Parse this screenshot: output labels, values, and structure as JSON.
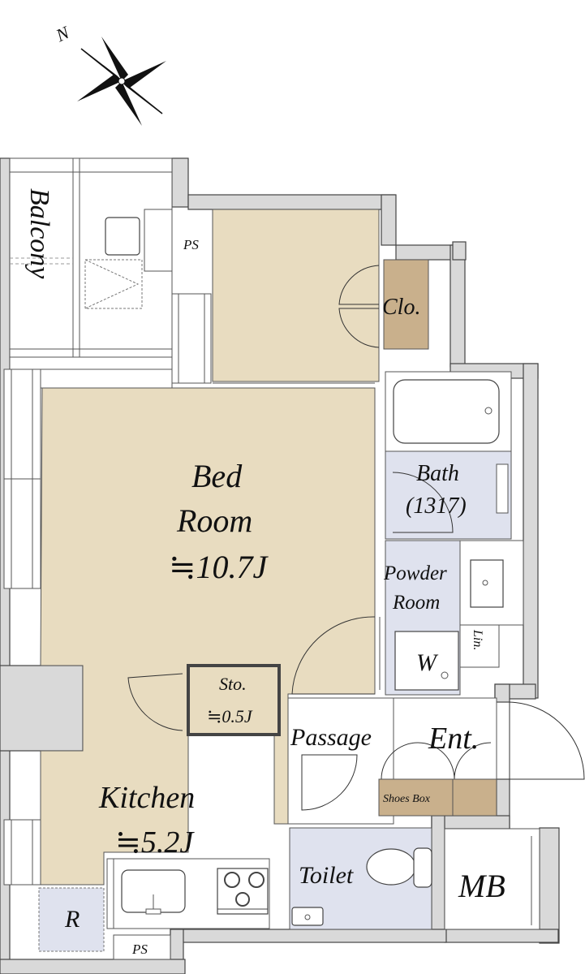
{
  "compass": {
    "north_label": "N"
  },
  "rooms": {
    "balcony": "Balcony",
    "ps_top": "PS",
    "closet": "Clo.",
    "bed_name_1": "Bed",
    "bed_name_2": "Room",
    "bed_size": "≒10.7J",
    "bath_name": "Bath",
    "bath_size": "(1317)",
    "powder_1": "Powder",
    "powder_2": "Room",
    "washer": "W",
    "linen": "Lin.",
    "storage_name": "Sto.",
    "storage_size": "≒0.5J",
    "passage": "Passage",
    "entrance": "Ent.",
    "shoes_box": "Shoes Box",
    "kitchen_name": "Kitchen",
    "kitchen_size": "≒5.2J",
    "toilet": "Toilet",
    "mb": "MB",
    "refrigerator": "R",
    "ps_bottom": "PS"
  },
  "colors": {
    "wall": "#d9d9d9",
    "living_floor": "#e8dcc0",
    "wet_area": "#dfe2ee",
    "closet_wood": "#c9b08c",
    "outline": "#444444"
  }
}
